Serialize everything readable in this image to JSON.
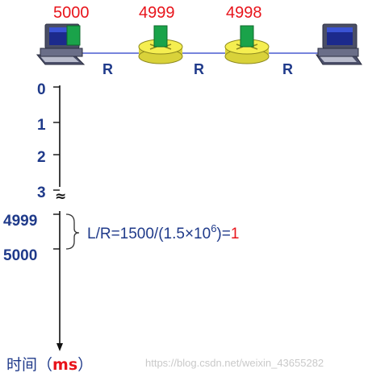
{
  "packets": {
    "host_left": "5000",
    "router_1": "4999",
    "router_2": "4998"
  },
  "links": [
    "R",
    "R",
    "R"
  ],
  "timeline": {
    "ticks": [
      "0",
      "1",
      "2",
      "3"
    ],
    "break_symbol": "≈",
    "late_ticks": [
      "4999",
      "5000"
    ],
    "axis_label": "时间（",
    "axis_unit": "ms",
    "axis_label_close": "）"
  },
  "formula": {
    "prefix": "L/R=1500/(1.5×10",
    "exponent": "6",
    "suffix": ")=",
    "result": "1"
  },
  "watermark": "https://blog.csdn.net/weixin_43655282",
  "colors": {
    "packet": "#e8141b",
    "label_blue": "#1f3a8a",
    "router_yellow": "#f5ee50",
    "packet_green": "#1aa34a",
    "link_line": "#4a5bd1"
  }
}
